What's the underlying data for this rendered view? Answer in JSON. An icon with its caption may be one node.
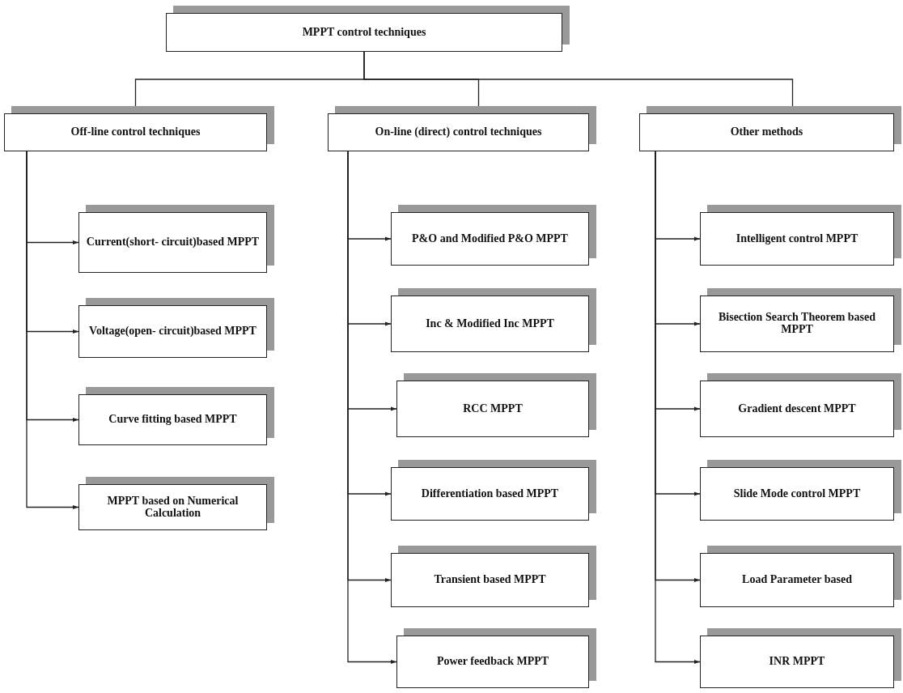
{
  "diagram": {
    "nodes": [
      {
        "text": [
          "MPPT control techniques"
        ]
      },
      {
        "text": [
          "Off-line control techniques"
        ]
      },
      {
        "text": [
          "On-line (direct) control techniques"
        ]
      },
      {
        "text": [
          "Other methods"
        ]
      },
      {
        "text": [
          "Current(short- circuit)based MPPT"
        ]
      },
      {
        "text": [
          "Voltage(open- circuit)based MPPT"
        ]
      },
      {
        "text": [
          "Curve fitting based MPPT"
        ]
      },
      {
        "text": [
          "MPPT based on Numerical Calculation"
        ]
      },
      {
        "text": [
          "P&O and Modified P&O MPPT"
        ]
      },
      {
        "text": [
          "Inc & Modified Inc MPPT"
        ]
      },
      {
        "text": [
          "RCC MPPT"
        ]
      },
      {
        "text": [
          "Differentiation based MPPT"
        ]
      },
      {
        "text": [
          "Transient based MPPT"
        ]
      },
      {
        "text": [
          "Power feedback MPPT"
        ]
      },
      {
        "text": [
          "Intelligent control MPPT"
        ]
      },
      {
        "text": [
          "Bisection Search Theorem based MPPT"
        ]
      },
      {
        "text": [
          "Gradient descent MPPT"
        ]
      },
      {
        "text": [
          "Slide Mode control MPPT"
        ]
      },
      {
        "text": [
          "Load Parameter based"
        ]
      },
      {
        "text": [
          "INR MPPT"
        ]
      }
    ],
    "edges": [
      {
        "from": 0,
        "to": 1,
        "arrow": "to"
      },
      {
        "from": 0,
        "to": 2,
        "arrow": "to"
      },
      {
        "from": 0,
        "to": 3,
        "arrow": "to"
      },
      {
        "from": 1,
        "to": 4,
        "arrow": "to"
      },
      {
        "from": 1,
        "to": 5,
        "arrow": "to"
      },
      {
        "from": 1,
        "to": 6,
        "arrow": "to"
      },
      {
        "from": 1,
        "to": 7,
        "arrow": "to"
      },
      {
        "from": 2,
        "to": 8,
        "arrow": "to"
      },
      {
        "from": 2,
        "to": 9,
        "arrow": "to"
      },
      {
        "from": 2,
        "to": 10,
        "arrow": "to"
      },
      {
        "from": 2,
        "to": 11,
        "arrow": "to"
      },
      {
        "from": 2,
        "to": 12,
        "arrow": "to"
      },
      {
        "from": 2,
        "to": 13,
        "arrow": "to"
      },
      {
        "from": 3,
        "to": 14,
        "arrow": "to"
      },
      {
        "from": 3,
        "to": 15,
        "arrow": "to"
      },
      {
        "from": 3,
        "to": 16,
        "arrow": "to"
      },
      {
        "from": 3,
        "to": 17,
        "arrow": "to"
      },
      {
        "from": 3,
        "to": 18,
        "arrow": "to"
      },
      {
        "from": 3,
        "to": 19,
        "arrow": "to"
      }
    ]
  }
}
